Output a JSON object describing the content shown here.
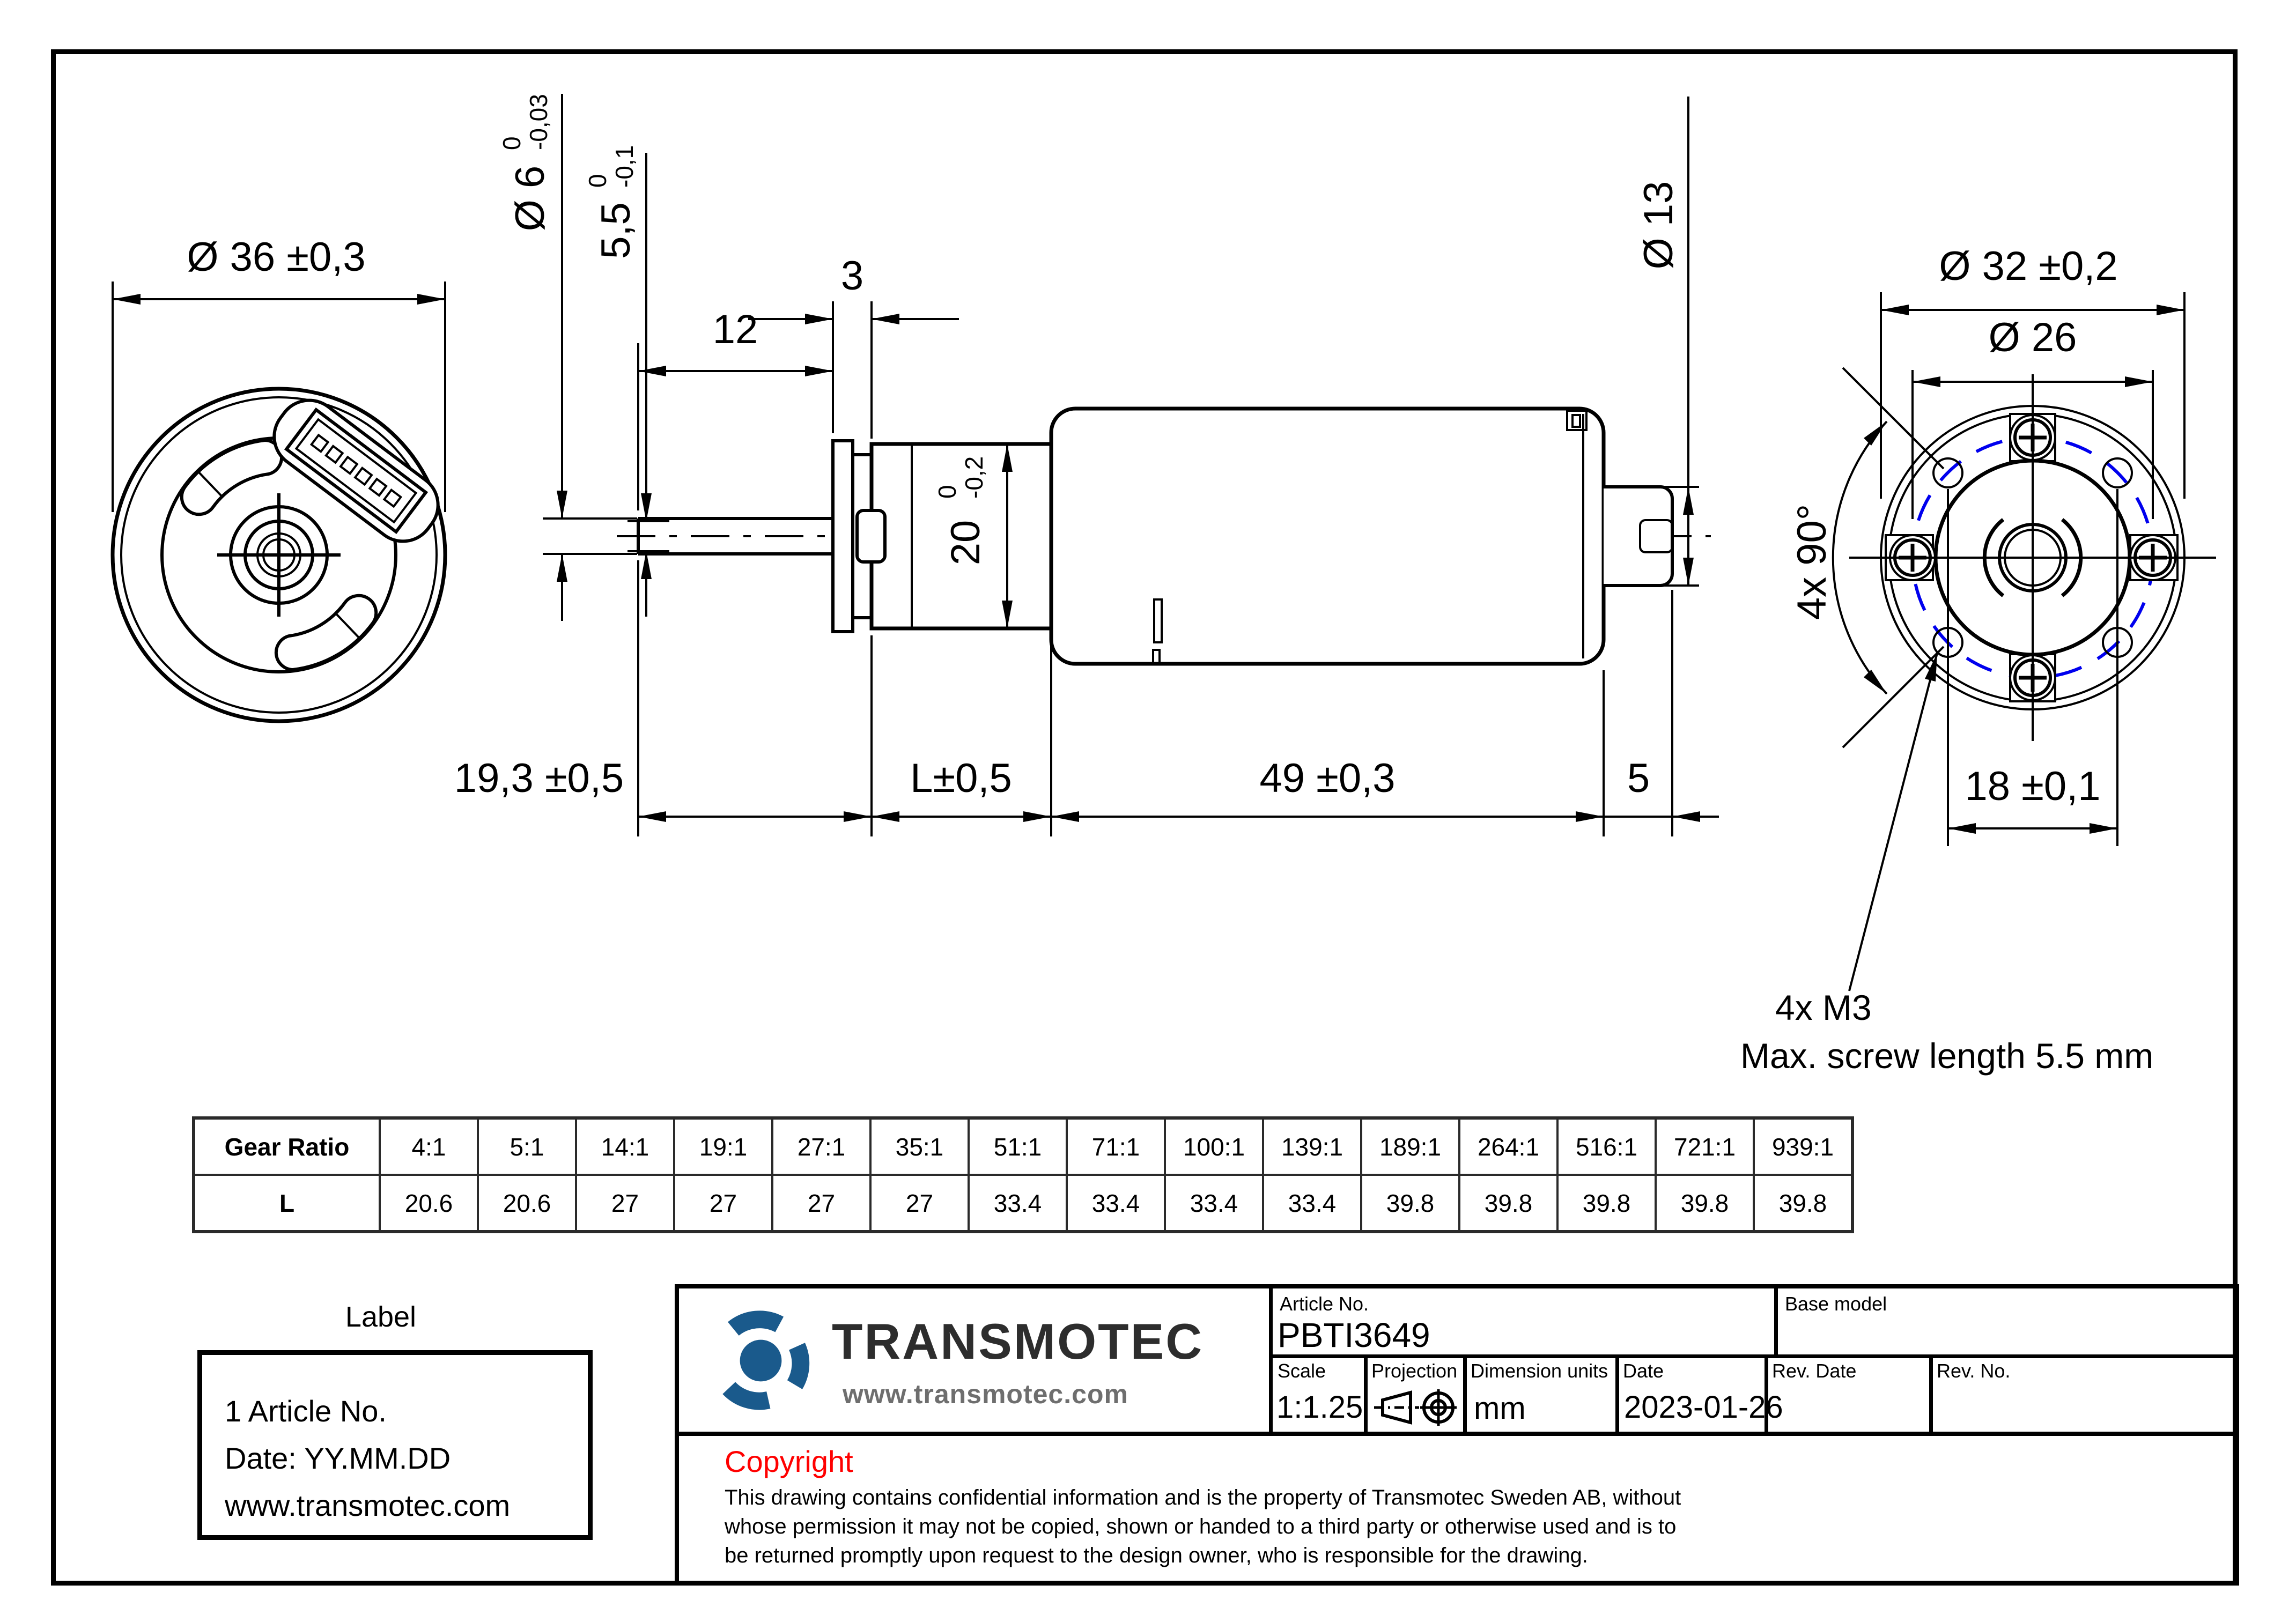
{
  "drawing": {
    "dims": {
      "d36": "Ø 36 ±0,3",
      "d6": "Ø 6",
      "d6_tol_upper": "0",
      "d6_tol_lower": "-0,03",
      "d55": "5,5",
      "d55_tol_upper": "0",
      "d55_tol_lower": "-0,1",
      "d3": "3",
      "d12": "12",
      "d20": "20",
      "d20_tol_upper": "0",
      "d20_tol_lower": "-0,2",
      "d13": "Ø 13",
      "d193": "19,3 ±0,5",
      "dL": "L±0,5",
      "d49": "49 ±0,3",
      "d5": "5",
      "d32": "Ø 32 ±0,2",
      "d26": "Ø 26",
      "d90": "4x 90°",
      "d18": "18 ±0,1",
      "m3_line1": "4x M3",
      "m3_line2": "Max. screw length 5.5 mm"
    }
  },
  "gear_table": {
    "header": "Gear Ratio",
    "row_label": "L",
    "ratios": [
      "4:1",
      "5:1",
      "14:1",
      "19:1",
      "27:1",
      "35:1",
      "51:1",
      "71:1",
      "100:1",
      "139:1",
      "189:1",
      "264:1",
      "516:1",
      "721:1",
      "939:1"
    ],
    "lengths": [
      "20.6",
      "20.6",
      "27",
      "27",
      "27",
      "27",
      "33.4",
      "33.4",
      "33.4",
      "33.4",
      "39.8",
      "39.8",
      "39.8",
      "39.8",
      "39.8"
    ]
  },
  "label_box": {
    "title": "Label",
    "lines": [
      "1 Article No.",
      "Date: YY.MM.DD",
      "www.transmotec.com"
    ]
  },
  "title_block": {
    "brand": "TRANSMOTEC",
    "website": "www.transmotec.com",
    "article_no_label": "Article No.",
    "article_no": "PBTI3649",
    "base_model_label": "Base model",
    "scale_label": "Scale",
    "scale": "1:1.25",
    "projection_label": "Projection",
    "units_label": "Dimension units",
    "units": "mm",
    "date_label": "Date",
    "date": "2023-01-26",
    "rev_date_label": "Rev. Date",
    "rev_no_label": "Rev. No.",
    "copyright_title": "Copyright",
    "copyright_lines": [
      "This drawing contains confidential information and is the property of Transmotec Sweden AB, without",
      "whose permission it may not be copied, shown or handed to a third party or otherwise used and is to",
      "be returned promptly upon request to the design owner, who is responsible for the drawing."
    ]
  },
  "colors": {
    "line": "#000000",
    "bolt_circle_blue": "#0000ee",
    "logo_blue": "#1a5a8c",
    "copyright_red": "#ff0000",
    "brand_dark": "#2d2d2d",
    "brand_gray": "#6e6e6e"
  }
}
